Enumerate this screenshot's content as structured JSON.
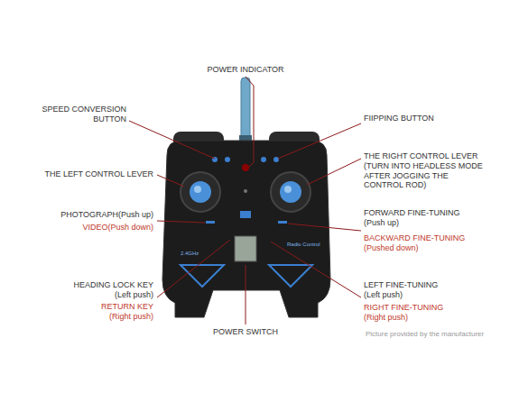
{
  "diagram": {
    "labels": [
      "POWER INDICATOR",
      "SPEED CONVERSION BUTTON",
      "FIIPPING BUTTON",
      "THE LEFT CONTROL LEVER",
      "THE RIGHT CONTROL LEVER (TURN INTO HEADLESS MODE AFTER JOGGING THE CONTROL ROD)",
      "PHOTOGRAPH(Push up)",
      "VIDEO(Push down)",
      "FORWARD FINE-TUNING (Push up)",
      "BACKWARD FINE-TUNING (Pushed down)",
      "HEADING LOCK KEY (Left push)",
      "RETURN KEY (Right push)",
      "LEFT FINE-TUNING (Left push)",
      "RIGHT FINE-TUNING (Right push)",
      "POWER SWITCH",
      "2.4GHz",
      "Radio Control",
      "Picture provided by the manufacturer"
    ]
  }
}
